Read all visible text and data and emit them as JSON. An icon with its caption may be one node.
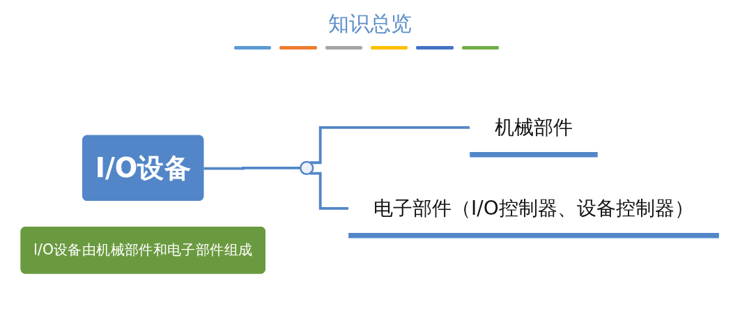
{
  "diagram": {
    "title": "知识总览",
    "nodes": [
      {
        "text": [
          "I/O设备"
        ]
      },
      {
        "text": [],
        "shape": "circle"
      },
      {
        "text": [
          "机械部件"
        ]
      },
      {
        "text": [
          "电子部件（I/O控制器、设备控制器）"
        ]
      },
      {
        "text": [
          "I/O设备由机械部件和电子部件组成"
        ]
      }
    ],
    "edges": [
      {
        "from": 0,
        "to": 1,
        "arrow": "none"
      },
      {
        "from": 1,
        "to": 2,
        "arrow": "none"
      },
      {
        "from": 1,
        "to": 3,
        "arrow": "none"
      }
    ]
  }
}
